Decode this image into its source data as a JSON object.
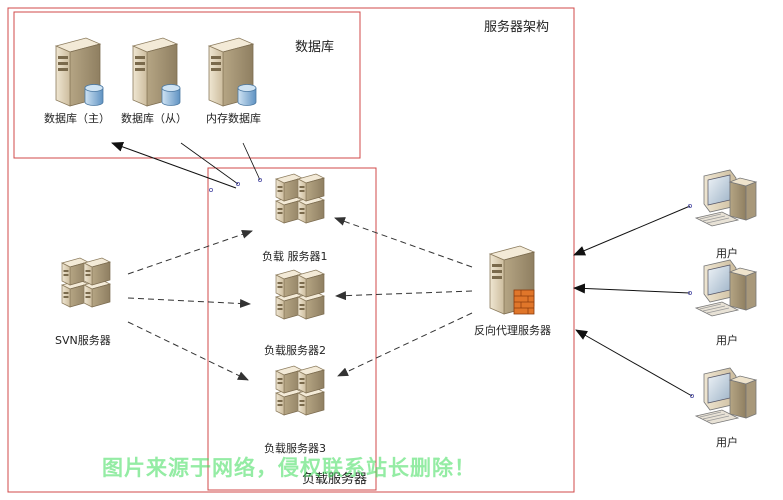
{
  "title": "服务器架构",
  "db_group": {
    "title": "数据库",
    "items": [
      "数据库（主）",
      "数据库（从）",
      "内存数据库"
    ]
  },
  "lb_group": {
    "title": "负载服务器",
    "items": [
      "负载 服务器1",
      "负载服务器2",
      "负载服务器3"
    ]
  },
  "svn": {
    "label": "SVN服务器"
  },
  "proxy": {
    "label": "反向代理服务器"
  },
  "users": [
    "用户",
    "用户",
    "用户"
  ],
  "watermark": "图片来源于网络，侵权联系站长删除！",
  "colors": {
    "frame": "#d04848",
    "server_body": "#d9cbb0",
    "server_dark": "#a89878",
    "db_cylinder": "#8ab4d8",
    "arrow": "#111111",
    "dashed": "#333333",
    "watermark": "#3cdc5a"
  },
  "icons": {
    "server": "server-icon",
    "database": "database-server-icon",
    "rack": "server-rack-icon",
    "proxy": "firewall-server-icon",
    "user": "desktop-computer-icon"
  }
}
